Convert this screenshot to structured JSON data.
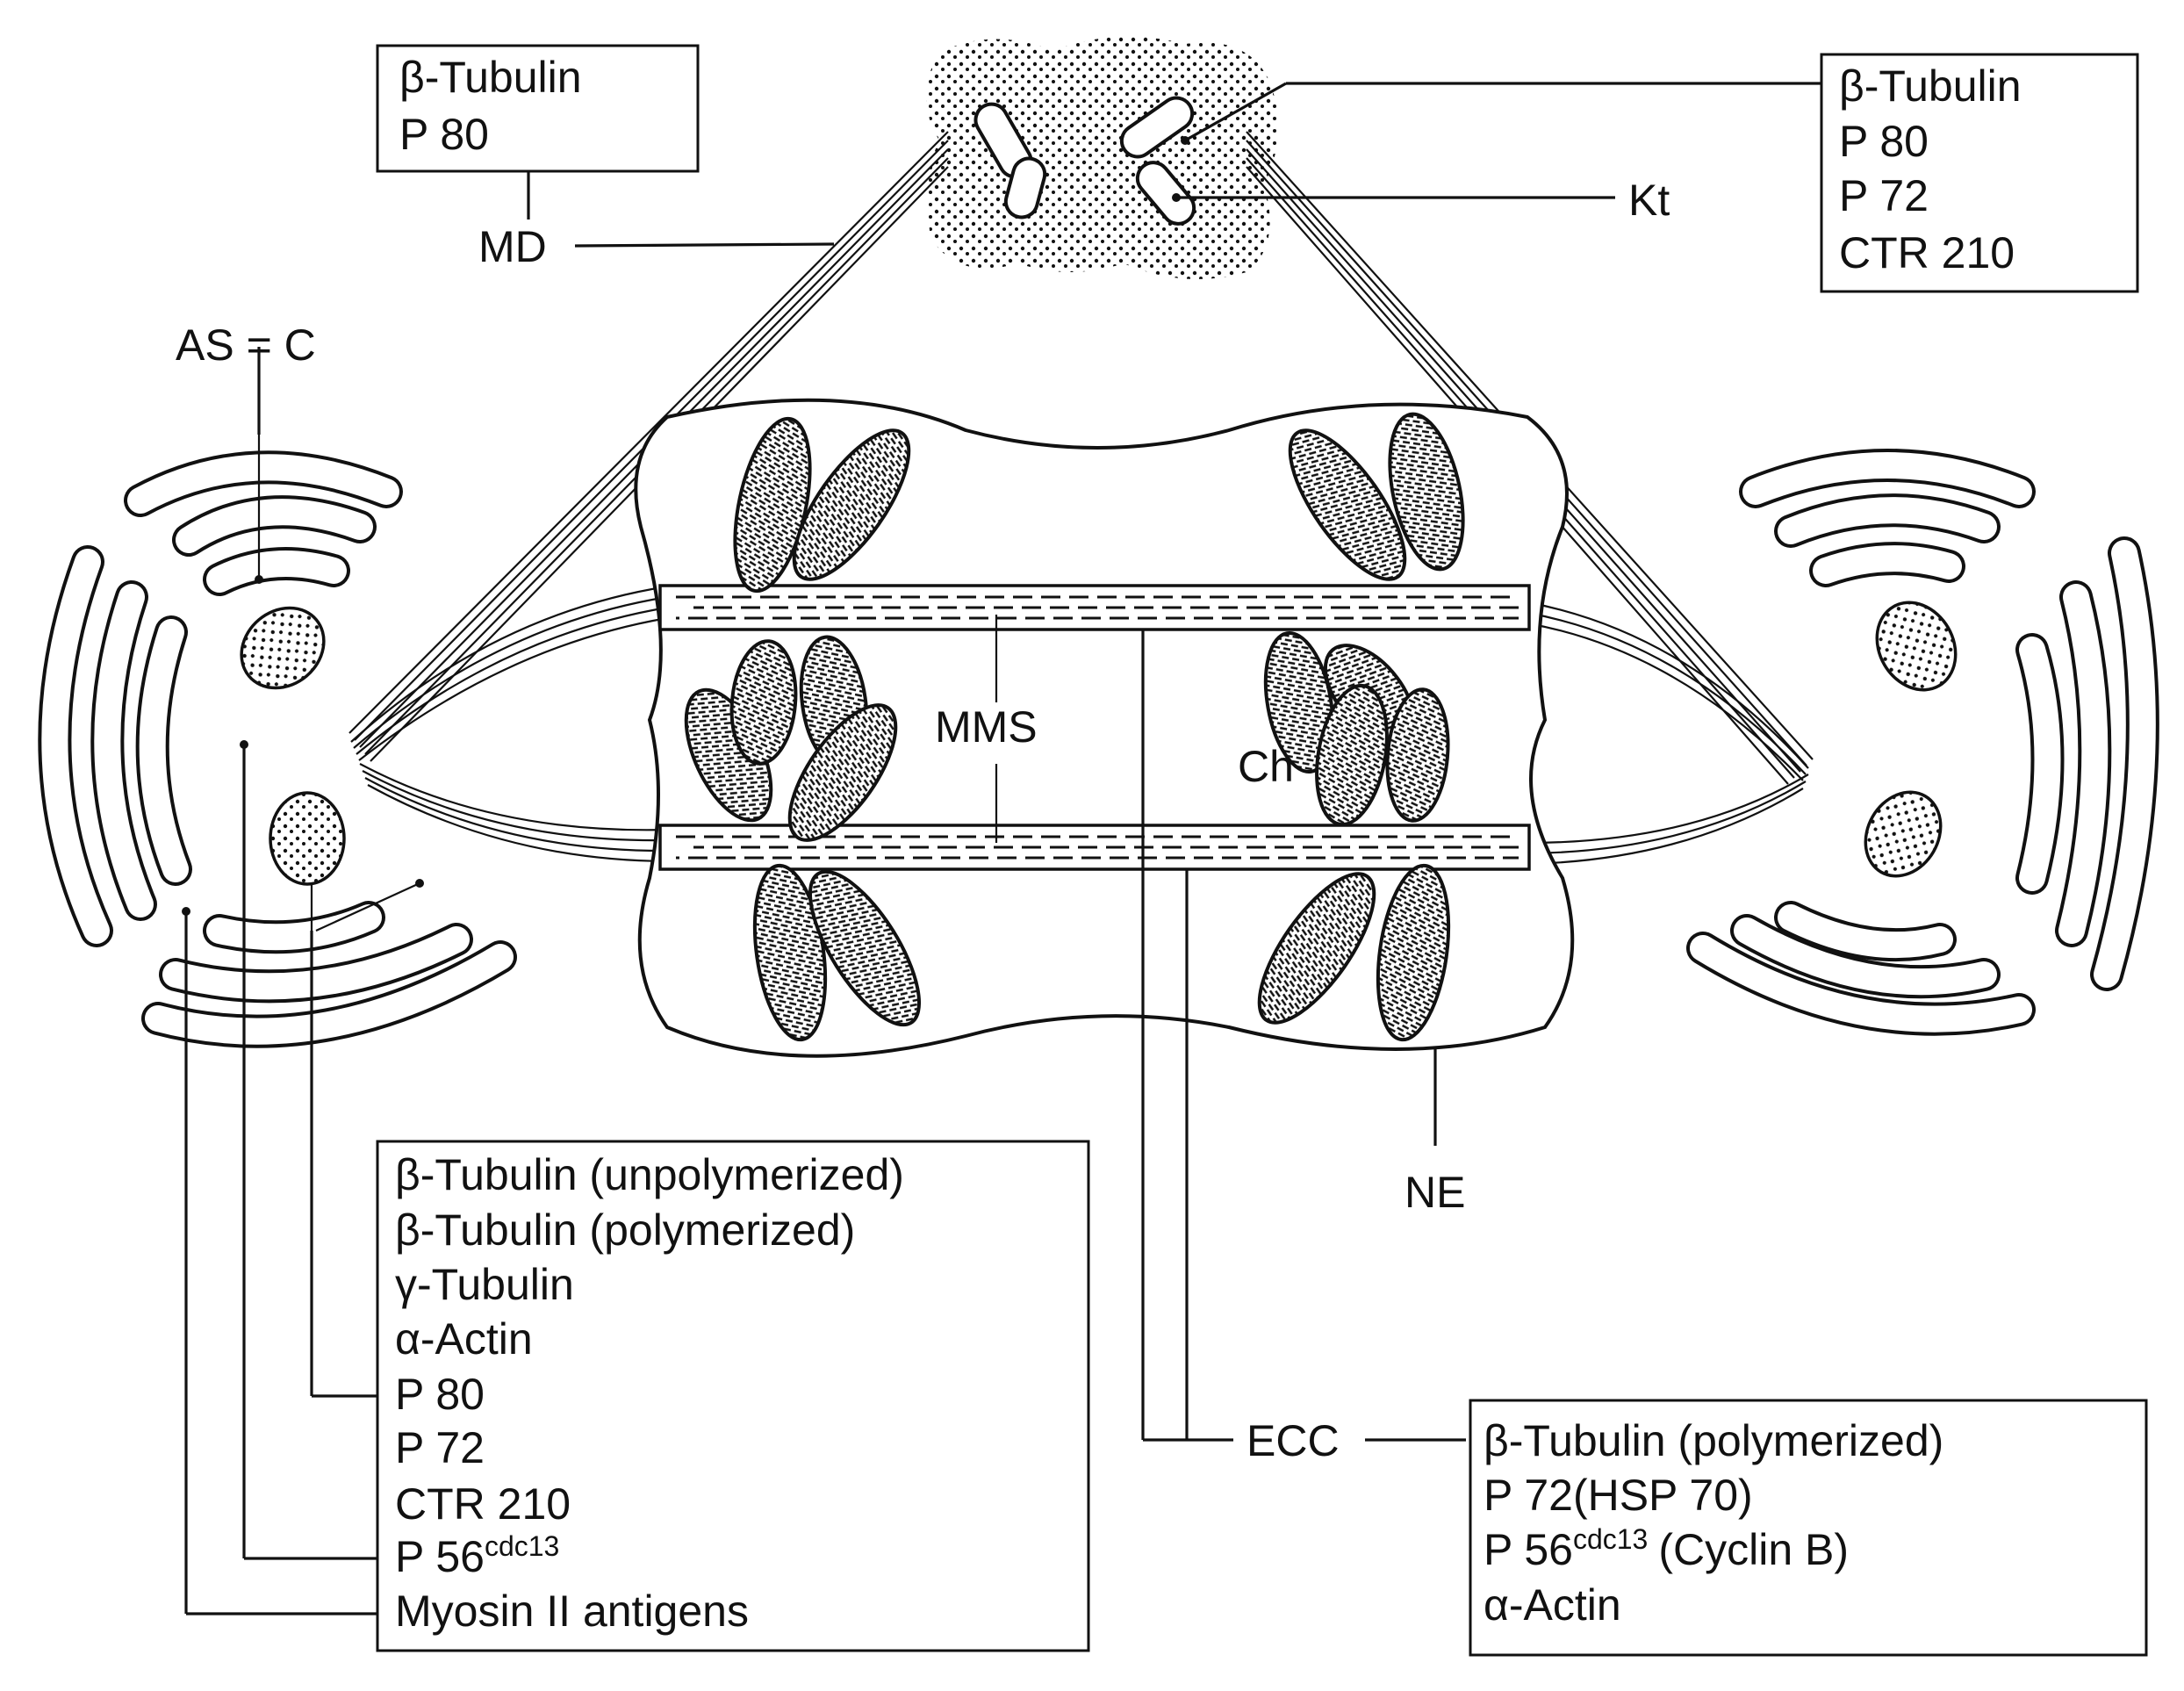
{
  "labels": {
    "md": "MD",
    "kt": "Kt",
    "as_c": "AS = C",
    "mms": "MMS",
    "ch": "Ch",
    "ne": "NE",
    "ecc": "ECC"
  },
  "boxes": {
    "md_box": {
      "lines": [
        "β-Tubulin",
        "P 80"
      ]
    },
    "kt_box": {
      "lines": [
        "β-Tubulin",
        "P 80",
        "P 72",
        "CTR 210"
      ]
    },
    "as_box": {
      "lines": [
        "β-Tubulin (unpolymerized)",
        "β-Tubulin (polymerized)",
        "γ-Tubulin",
        "α-Actin",
        "P 80",
        "P 72",
        "CTR 210",
        "P 56",
        "Myosin II antigens"
      ],
      "superscript": "cdc13"
    },
    "ecc_box": {
      "lines": [
        "β-Tubulin (polymerized)",
        "P 72(HSP 70)",
        "P 56",
        "(Cyclin B)",
        "α-Actin"
      ],
      "superscript": "cdc13"
    }
  }
}
